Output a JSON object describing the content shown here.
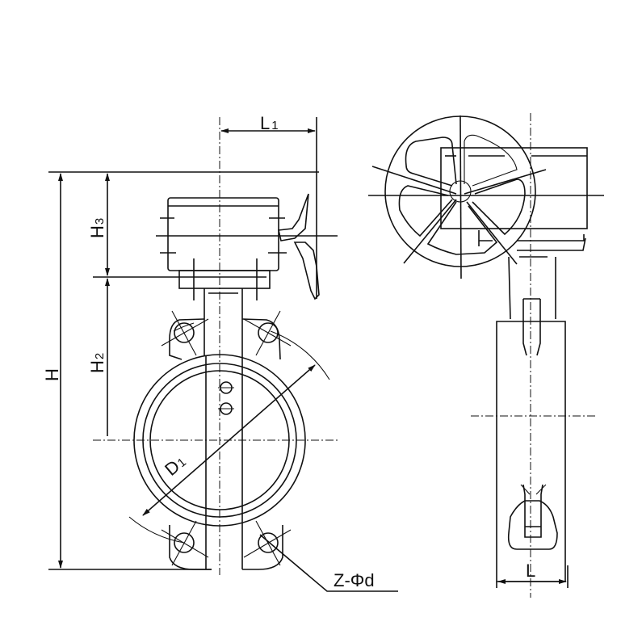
{
  "drawing": {
    "title": "Butterfly valve with gear operator - dimension drawing",
    "labels": {
      "L1": {
        "base": "L",
        "sub": "1"
      },
      "H3": {
        "base": "H",
        "sub": "3"
      },
      "H2": {
        "base": "H",
        "sub": "2"
      },
      "H": {
        "base": "H"
      },
      "D1": {
        "base": "D",
        "sub": "1"
      },
      "Zd": {
        "base": "Z-Φd"
      },
      "L": {
        "base": "L"
      }
    },
    "colors": {
      "line": "#111111",
      "background": "#ffffff"
    }
  }
}
